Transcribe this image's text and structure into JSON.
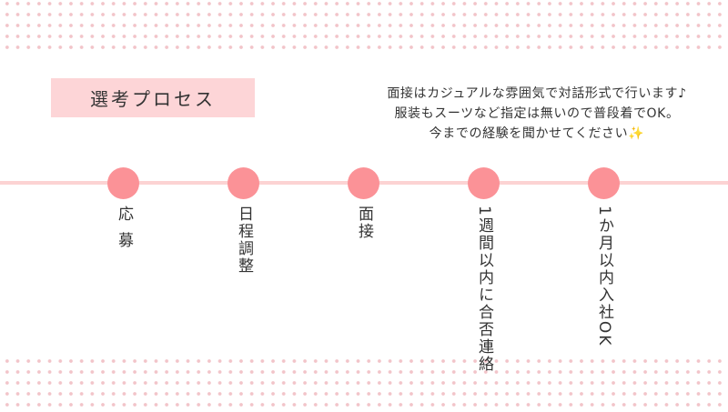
{
  "title": "選考プロセス",
  "description": [
    "面接はカジュアルな雰囲気で対話形式で行います♪",
    "服装もスーツなど指定は無いので普段着でOK。",
    "今までの経験を聞かせてください"
  ],
  "sparkle_icon": "✨",
  "steps": [
    {
      "label": "応募"
    },
    {
      "label": "日程調整"
    },
    {
      "label": "面接"
    },
    {
      "label": "1週間以内に合否連絡"
    },
    {
      "label": "1か月以内入社OK"
    }
  ],
  "colors": {
    "accent": "#fb9297",
    "title_bg": "#fdd5d7",
    "line": "#fcd3d3",
    "dots": "#f2c4c9"
  }
}
